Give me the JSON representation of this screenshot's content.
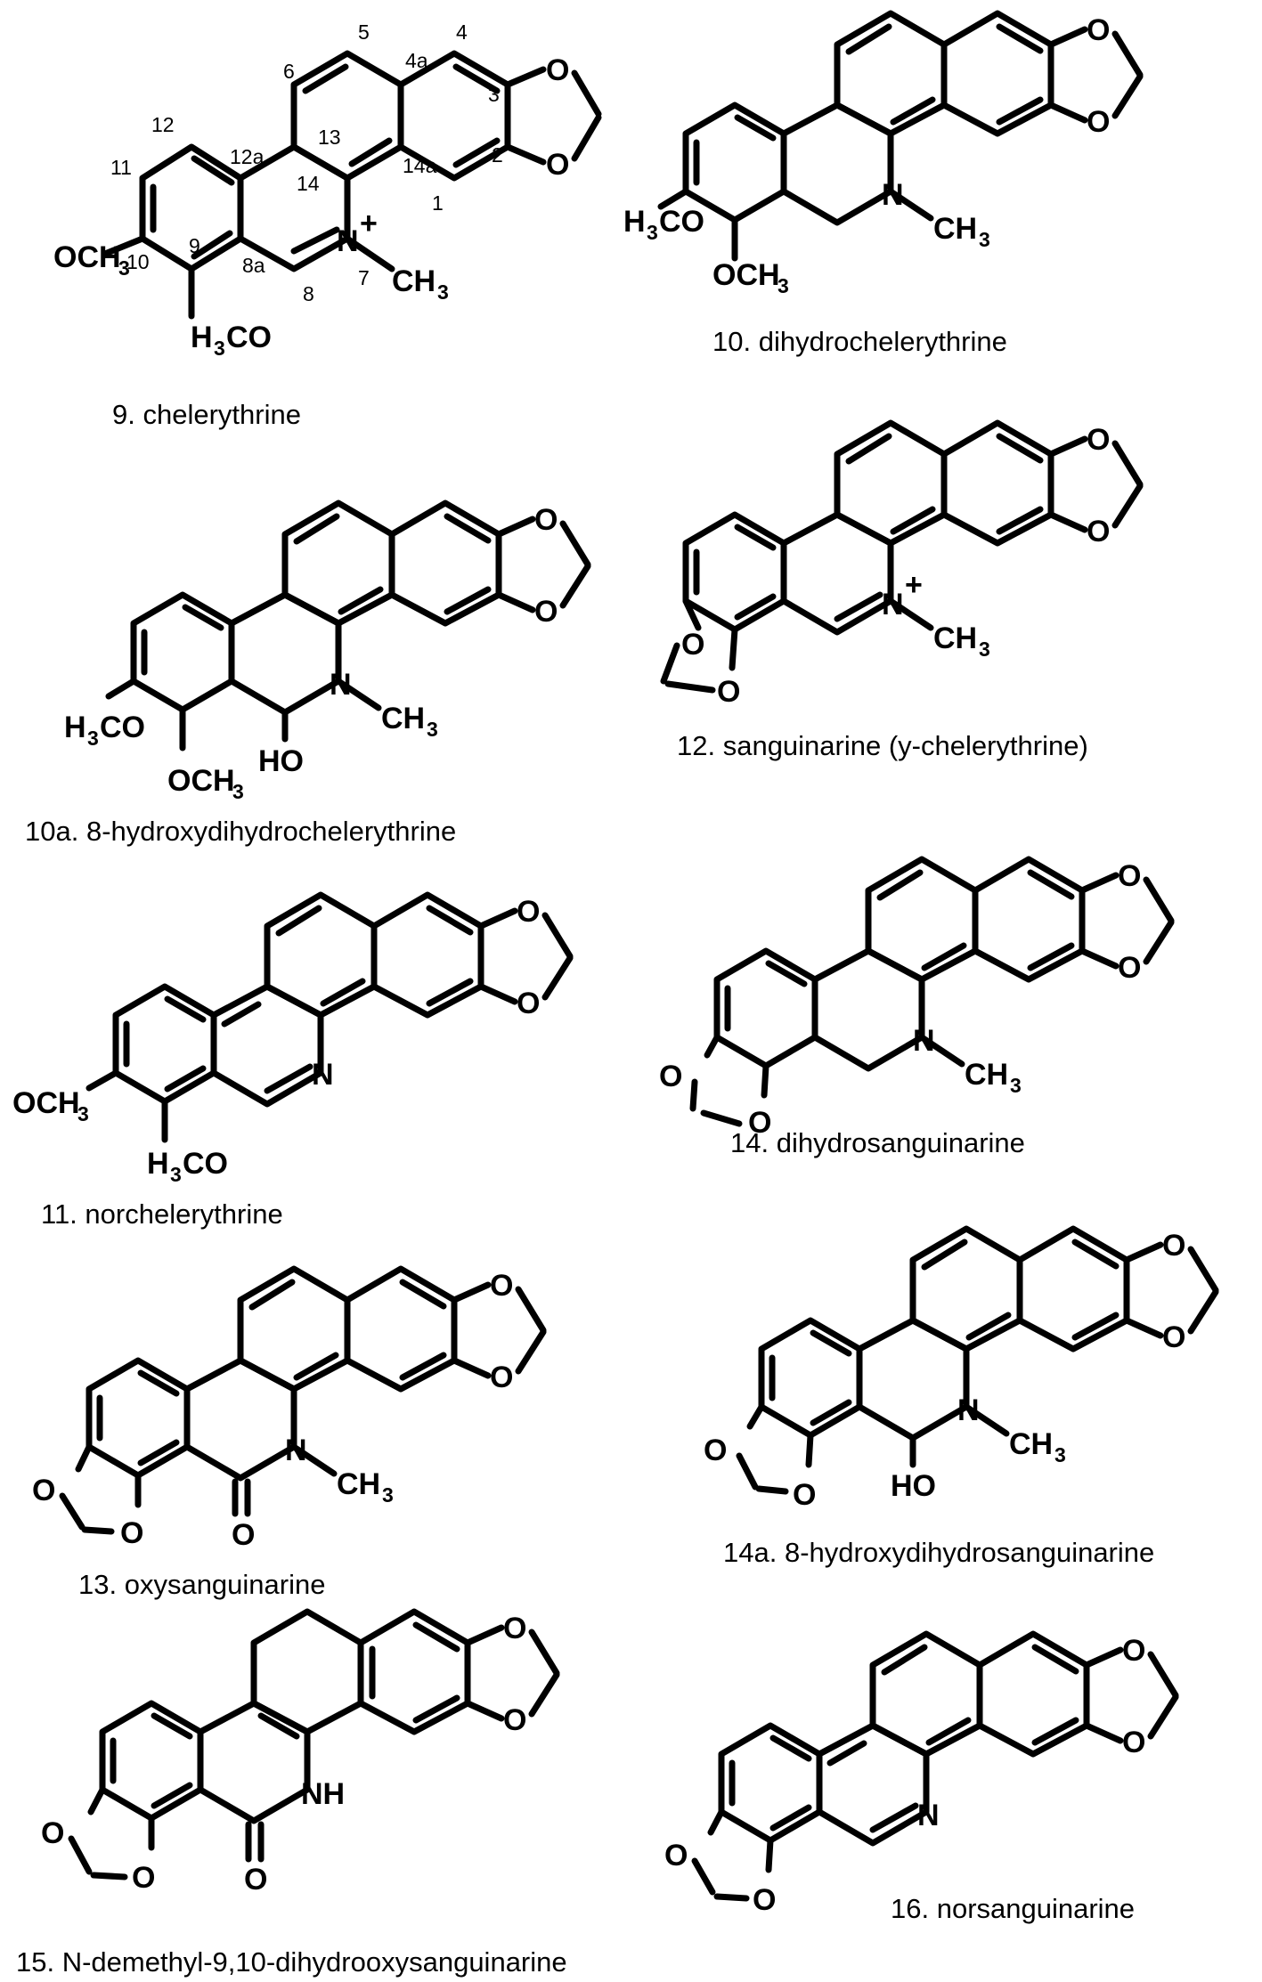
{
  "captions": {
    "c9": "9. chelerythrine",
    "c10": "10. dihydrochelerythrine",
    "c10a": "10a. 8-hydroxydihydrochelerythrine",
    "c12": "12. sanguinarine (y-chelerythrine)",
    "c11": "11. norchelerythrine",
    "c14": "14. dihydrosanguinarine",
    "c13": "13. oxysanguinarine",
    "c14a": "14a. 8-hydroxydihydrosanguinarine",
    "c15": "15. N-demethyl-9,10-dihydrooxysanguinarine",
    "c16": "16. norsanguinarine"
  },
  "atoms": {
    "O": "O",
    "N": "N",
    "NH": "NH",
    "HO": "HO",
    "plus": "+",
    "H": "H",
    "three": "3",
    "CO": "CO",
    "OCH": "OCH",
    "CH": "CH"
  },
  "locants": {
    "n1": "1",
    "n2": "2",
    "n3": "3",
    "n4": "4",
    "n4a": "4a",
    "n5": "5",
    "n6": "6",
    "n7": "7",
    "n8": "8",
    "n8a": "8a",
    "n9": "9",
    "n10": "10",
    "n11": "11",
    "n12": "12",
    "n12a": "12a",
    "n13": "13",
    "n14": "14",
    "n14a": "14a"
  }
}
